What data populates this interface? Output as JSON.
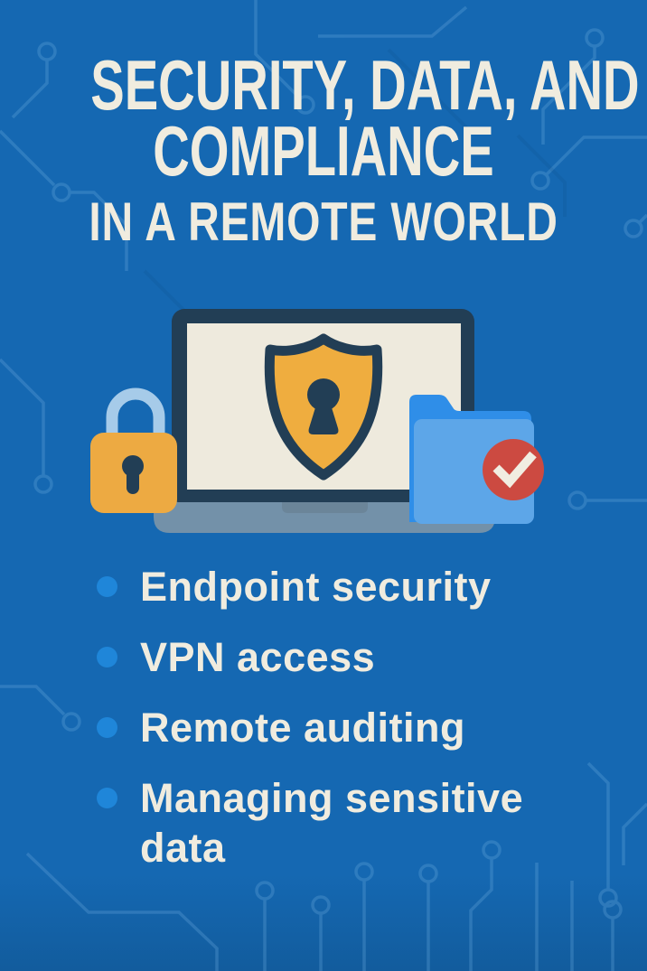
{
  "title": {
    "line1": "SECURITY, DATA, AND",
    "line2": "COMPLIANCE",
    "line3": "IN A REMOTE WORLD"
  },
  "bullets": [
    {
      "label": "Endpoint security"
    },
    {
      "label": "VPN access"
    },
    {
      "label": "Remote auditing"
    },
    {
      "label": "Managing sensitive data"
    }
  ],
  "illustration": {
    "icons": [
      "laptop-icon",
      "shield-keyhole-icon",
      "padlock-icon",
      "folder-icon",
      "check-badge-icon"
    ]
  },
  "colors": {
    "background_blue": "#1568b2",
    "circuit_trace": "#63a5da",
    "cream_text": "#f0ecdf",
    "bullet_dot_blue": "#1f86d9",
    "navy_outline": "#223e55",
    "screen_cream": "#eeeadd",
    "laptop_base_gray": "#7391a9",
    "laptop_notch_gray": "#6b8599",
    "shield_yellow": "#efad3f",
    "lock_yellow": "#edaa42",
    "shackle_light_blue": "#a6cbe9",
    "folder_back_blue": "#2f8ee8",
    "folder_front_blue": "#5da6e8",
    "badge_red": "#cc4a41",
    "check_cream": "#f1ede1"
  }
}
